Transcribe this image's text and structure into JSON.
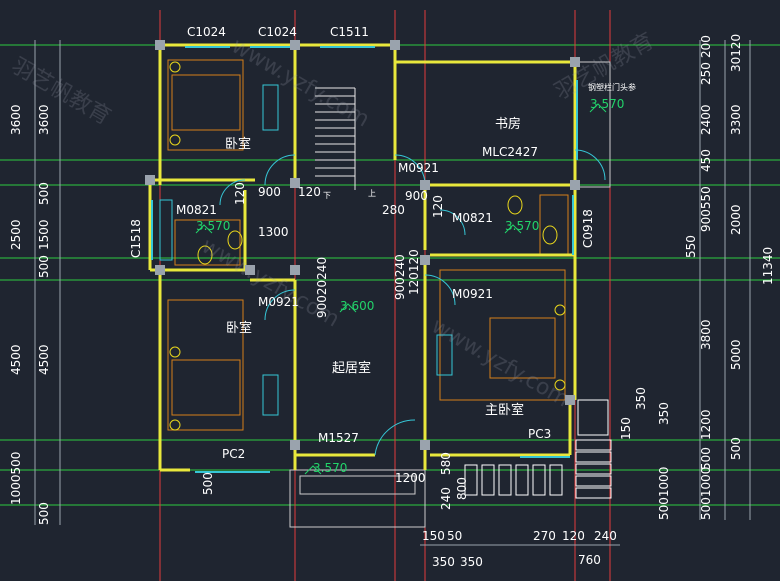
{
  "rooms": {
    "bedroom_top": "卧室",
    "study": "书房",
    "bedroom_left": "卧室",
    "living": "起居室",
    "master": "主卧室",
    "stair_down": "下",
    "stair_up": "上",
    "balcony_note": "钢塑栏门头参"
  },
  "codes": {
    "c1024a": "C1024",
    "c1024b": "C1024",
    "c1511": "C1511",
    "mlc2427": "MLC2427",
    "m0921_study": "M0921",
    "m0821_a": "M0821",
    "m0821_b": "M0821",
    "c1518": "C1518",
    "c0918": "C0918",
    "m0921_left": "M0921",
    "m0921_right": "M0921",
    "m1527": "M1527",
    "pc2": "PC2",
    "pc3": "PC3"
  },
  "levels": {
    "l_study": "3.570",
    "l_bath_a": "3.570",
    "l_bath_b": "3.570",
    "l_hall": "3.600",
    "l_balcony": "3.570"
  },
  "dims_left": {
    "a1": "3600",
    "a2": "3600",
    "b1": "500",
    "b2": "1500",
    "b3": "2500",
    "b4": "500",
    "c1": "4500",
    "c2": "4500",
    "d1": "1000500",
    "d2": "500"
  },
  "dims_right": {
    "r1": "200",
    "r2": "250",
    "r3": "30120",
    "r4": "3300",
    "r5": "2400",
    "r6": "450",
    "r7": "900550",
    "r8": "2000",
    "r9": "550",
    "r10": "11340",
    "r11": "3800",
    "r12": "5000",
    "r13": "350",
    "r14": "150",
    "r15": "350",
    "r16": "1200",
    "r17": "500",
    "r18": "500",
    "r19": "5001000",
    "r20": "5001000"
  },
  "dims_inner": {
    "i1": "900",
    "i2": "120",
    "i3": "120",
    "i4": "280",
    "i5": "900",
    "i6": "120",
    "i7": "1300",
    "i8": "90020240",
    "i9": "900240",
    "i10": "120120",
    "i11": "1200",
    "i12": "580",
    "i13": "800",
    "i14": "240",
    "i15": "500"
  },
  "dims_bottom": {
    "b1": "150",
    "b2": "50",
    "b3": "270",
    "b4": "120",
    "b5": "240",
    "b6": "350",
    "b7": "350",
    "b8": "760"
  },
  "watermarks": {
    "w1": "www.yzfy.com",
    "w2": "www.yzfy.com",
    "w3": "羽艺帆教育",
    "w4": "www.yzfy.com",
    "w5": "羽艺帆教育"
  }
}
